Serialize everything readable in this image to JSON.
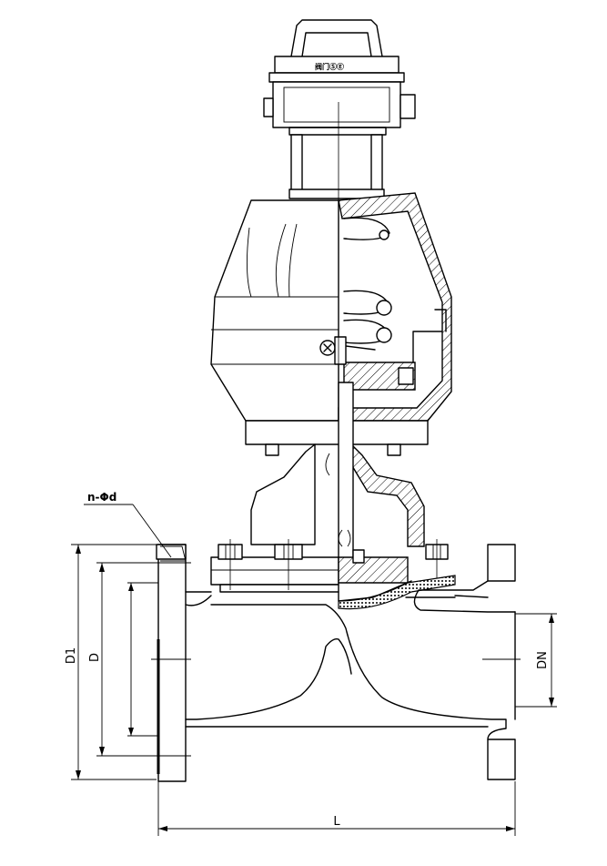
{
  "diagram": {
    "cap_label": "阀门ⓈⒺ",
    "labels": {
      "holes": "n-Φd",
      "d1": "D1",
      "d": "D",
      "dn": "DN",
      "l": "L"
    }
  }
}
